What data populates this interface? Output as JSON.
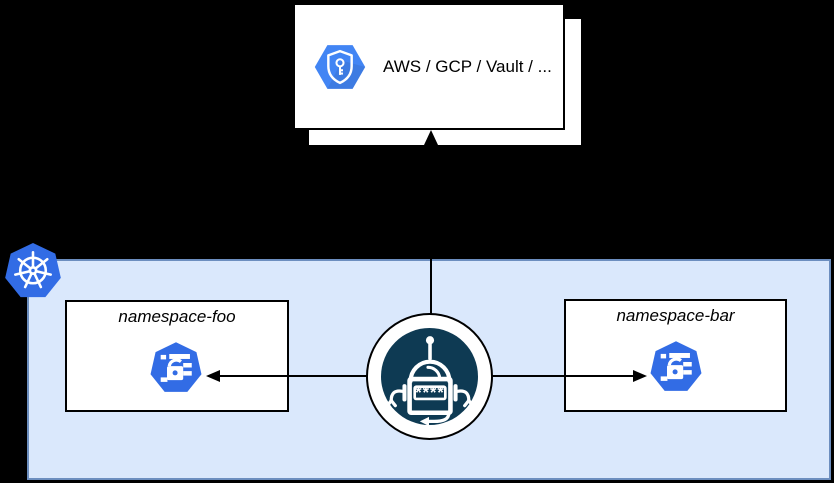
{
  "external_store": {
    "label": "AWS / GCP / Vault / ...",
    "icon": "cloud-security-key-icon"
  },
  "cluster": {
    "icon": "kubernetes-logo-icon",
    "fill": "#dae8fc",
    "border_color": "#6c8ebf",
    "namespaces": [
      {
        "label": "namespace-foo",
        "icon": "k8s-secret-icon"
      },
      {
        "label": "namespace-bar",
        "icon": "k8s-secret-icon"
      }
    ]
  },
  "operator": {
    "icon": "external-secrets-robot-icon",
    "password_text": "****",
    "circle_color": "#0e3a53"
  },
  "connections": [
    {
      "from": "operator",
      "to": "external_store",
      "direction": "up"
    },
    {
      "from": "operator",
      "to": "namespace-foo",
      "direction": "left"
    },
    {
      "from": "operator",
      "to": "namespace-bar",
      "direction": "right"
    }
  ],
  "colors": {
    "background": "#000000",
    "kubernetes_blue": "#326ce5",
    "hexagon_icon_blue": "#4285f4",
    "arrow_black": "#000000"
  }
}
